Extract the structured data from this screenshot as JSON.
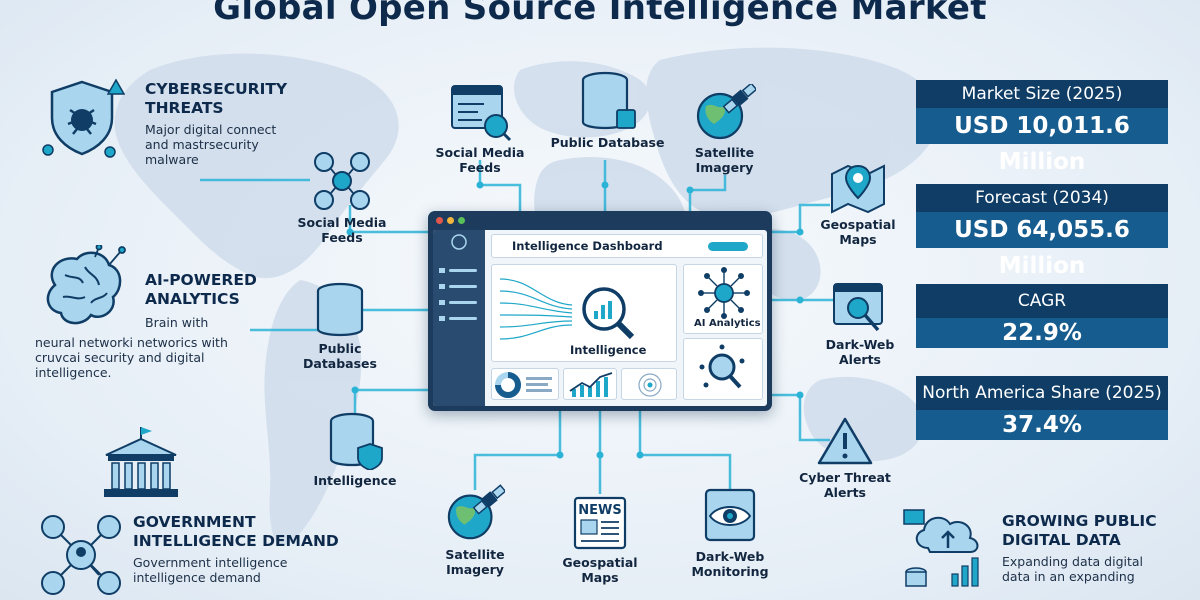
{
  "title": "Global Open Source Intelligence Market",
  "colors": {
    "navy": "#0f3d66",
    "blue": "#165c8e",
    "teal": "#1fa7c9",
    "link": "#2bb3d6",
    "icon_fill": "#a9d6ee",
    "map": "#cfdceb"
  },
  "left_factors": [
    {
      "heading_line1": "CYBERSECURITY",
      "heading_line2": "THREATS",
      "text_line1": "Major digital connect",
      "text_line2": "and mastrsecurity",
      "text_line3": "malware",
      "icon": "shield-virus-icon"
    },
    {
      "heading_line1": "AI-POWERED",
      "heading_line2": "ANALYTICS",
      "text_line1": "Brain with",
      "text_line2": "neural networki networics with",
      "text_line3": "cruvcai security and digital",
      "text_line4": "intelligence.",
      "icon": "brain-circuit-icon"
    },
    {
      "heading_line1": "GOVERNMENT",
      "heading_line2": "INTELLIGENCE DEMAND",
      "text_line1": "Government intelligence",
      "text_line2": "intelligence demand",
      "icon": "government-building-icon"
    }
  ],
  "right_factor": {
    "heading_line1": "GROWING PUBLIC",
    "heading_line2": "DIGITAL DATA",
    "text_line1": "Expanding data digital",
    "text_line2": "data in an expanding",
    "icon": "cloud-data-icon"
  },
  "nodes": {
    "social_top": {
      "line1": "Social Media",
      "line2": "Feeds",
      "icon": "social-feed-icon"
    },
    "public_db_top": {
      "line1": "Public Database",
      "icon": "database-icon"
    },
    "satellite_top": {
      "line1": "Satellite",
      "line2": "Imagery",
      "icon": "satellite-globe-icon"
    },
    "social_left": {
      "line1": "Social Media",
      "line2": "Feeds",
      "icon": "social-network-icon"
    },
    "public_db_left": {
      "line1": "Public",
      "line2": "Databases",
      "icon": "database-icon"
    },
    "intelligence_left": {
      "line1": "Intelligence",
      "icon": "database-shield-icon"
    },
    "geospatial_right": {
      "line1": "Geospatial",
      "line2": "Maps",
      "icon": "map-pin-icon"
    },
    "darkweb_right": {
      "line1": "Dark-Web",
      "line2": "Alerts",
      "icon": "browser-search-icon"
    },
    "cyber_alerts": {
      "line1": "Cyber Threat",
      "line2": "Alerts",
      "icon": "warning-triangle-icon"
    },
    "satellite_bottom": {
      "line1": "Satellite",
      "line2": "Imagery",
      "icon": "satellite-globe-icon"
    },
    "geospatial_bottom": {
      "line1": "Geospatial",
      "line2": "Maps",
      "icon": "newspaper-icon",
      "badge": "NEWS"
    },
    "darkweb_bottom": {
      "line1": "Dark-Web",
      "line2": "Monitoring",
      "icon": "eye-monitor-icon"
    }
  },
  "dashboard": {
    "title": "Intelligence Dashboard",
    "center_label": "Intelligence",
    "ai_label": "AI Analytics"
  },
  "stats": [
    {
      "label": "Market Size (2025)",
      "value": "USD 10,011.6 Million"
    },
    {
      "label": "Forecast (2034)",
      "value": "USD 64,055.6 Million"
    },
    {
      "label": "CAGR",
      "value": "22.9%"
    },
    {
      "label": "North America Share (2025)",
      "value": "37.4%"
    }
  ]
}
